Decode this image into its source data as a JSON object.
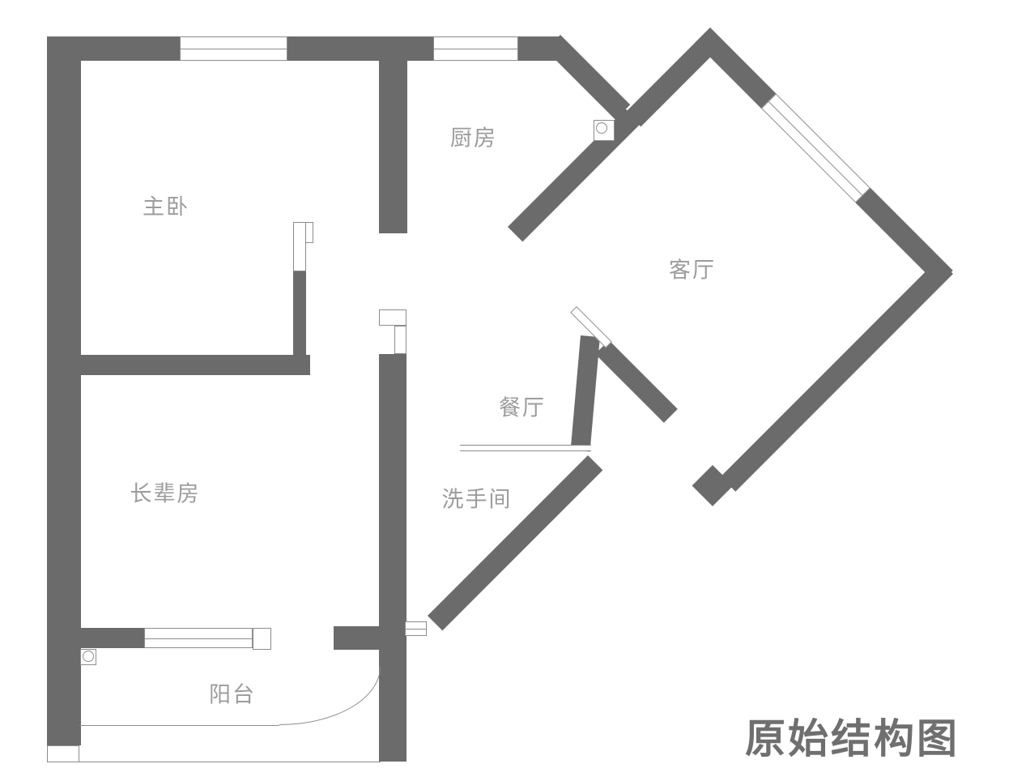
{
  "title": {
    "text": "原始结构图"
  },
  "rooms": {
    "master_bedroom": {
      "label": "主卧"
    },
    "kitchen": {
      "label": "厨房"
    },
    "living_room": {
      "label": "客厅"
    },
    "dining_room": {
      "label": "餐厅"
    },
    "elder_room": {
      "label": "长辈房"
    },
    "bathroom": {
      "label": "洗手间"
    },
    "balcony": {
      "label": "阳台"
    }
  },
  "colors": {
    "wall": "#6b6b6b",
    "outline": "#8c8c8c",
    "label": "#9c9c9c",
    "title": "#6f6f6f",
    "background": "#ffffff"
  }
}
